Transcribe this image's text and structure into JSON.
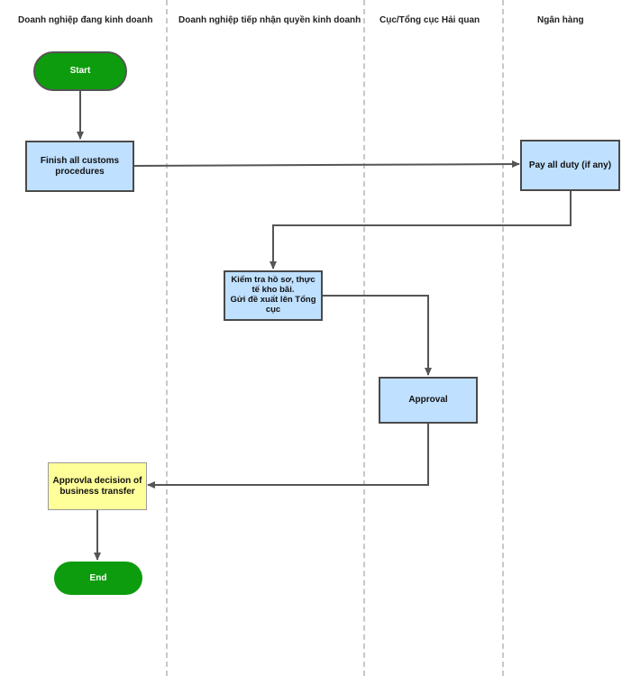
{
  "lanes": [
    "Doanh nghiệp đang kinh doanh",
    "Doanh nghiệp tiếp nhận quyền kinh doanh",
    "Cục/Tổng cục Hải quan",
    "Ngân hàng"
  ],
  "nodes": {
    "start": "Start",
    "finish_procedures": "Finish all customs procedures",
    "pay_duty": "Pay all duty (if any)",
    "check_records": "Kiểm tra hồ sơ, thực tế kho bãi.\nGửi đề xuất lên Tổng cục",
    "approval": "Approval",
    "approval_decision": "Approvla decision of business transfer",
    "end": "End"
  },
  "colors": {
    "terminal": "#0d9c0d",
    "process": "#bfe0ff",
    "decision_output": "#ffff99",
    "connector": "#555555"
  }
}
